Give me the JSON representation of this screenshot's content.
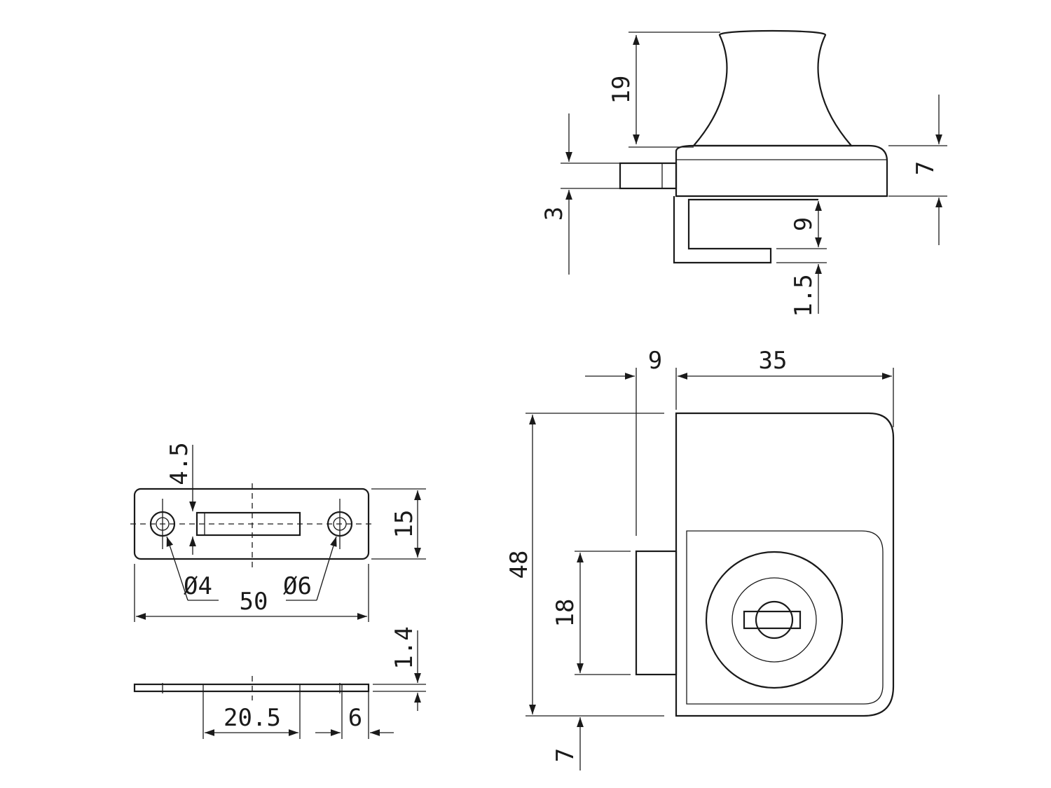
{
  "dimensions": {
    "knob_height": "19",
    "pin_diameter": "3",
    "base_thickness": "7",
    "clamp_gap": "9",
    "clamp_lip": "1.5",
    "side_offset": "9",
    "body_width": "35",
    "body_height": "48",
    "clamp_height": "18",
    "bottom_offset": "7",
    "slot_offset": "4.5",
    "plate_height": "15",
    "hole_small": "Ø4",
    "hole_large": "Ø6",
    "plate_length": "50",
    "plate_thickness": "1.4",
    "slot_length": "20.5",
    "edge_distance": "6"
  }
}
